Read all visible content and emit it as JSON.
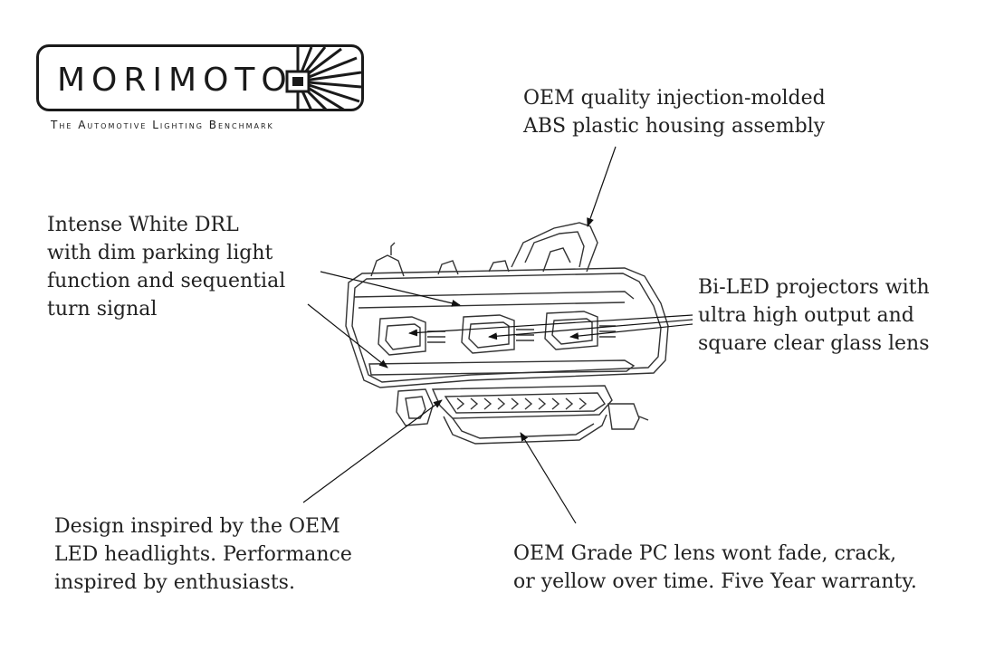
{
  "brand": {
    "name": "MORIMOTO",
    "tagline": "The Automotive Lighting Benchmark"
  },
  "callouts": {
    "housing": [
      "OEM quality injection-molded",
      "ABS plastic housing assembly"
    ],
    "drl": [
      "Intense White DRL",
      "with dim parking light",
      "function and sequential",
      "turn signal"
    ],
    "projectors": [
      "Bi-LED projectors with",
      "ultra high output and",
      "square clear glass lens"
    ],
    "design": [
      "Design inspired by the OEM",
      "LED headlights. Performance",
      "inspired by enthusiasts."
    ],
    "lens": [
      "OEM Grade PC lens wont fade, crack,",
      "or yellow over time. Five Year warranty."
    ]
  }
}
